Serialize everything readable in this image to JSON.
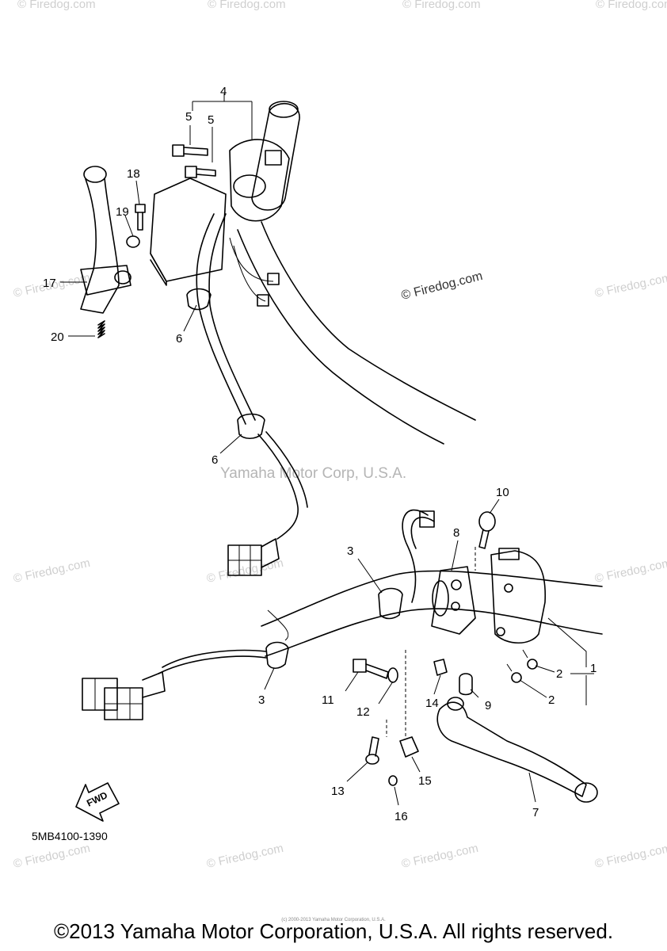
{
  "diagram": {
    "part_code": "5MB4100-1390",
    "fwd_label": "FWD",
    "watermark_center": "Yamaha Motor Corp, U.S.A.",
    "watermark_small": "© Firedog.com",
    "watermark_mid": "© Firedog.com",
    "callouts": [
      "1",
      "2",
      "2",
      "3",
      "3",
      "4",
      "5",
      "5",
      "6",
      "6",
      "7",
      "8",
      "9",
      "10",
      "11",
      "12",
      "13",
      "14",
      "15",
      "16",
      "17",
      "18",
      "19",
      "20"
    ],
    "tiny_credit": "(c) 2000-2013 Yamaha Motor Corporation, U.S.A.",
    "copyright": "©2013 Yamaha Motor Corporation, U.S.A. All rights reserved."
  }
}
